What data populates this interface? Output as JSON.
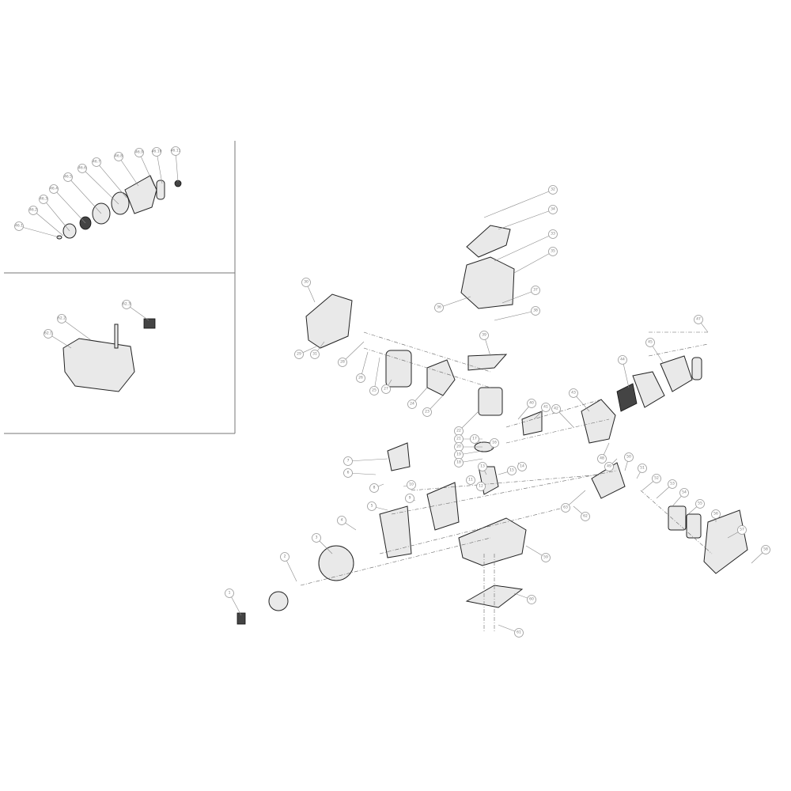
{
  "diagram": {
    "type": "exploded-parts-diagram",
    "insets": [
      {
        "name": "recoil-starter-detail",
        "labels": [
          "46.1",
          "46.2",
          "46.3",
          "46.4",
          "46.5",
          "46.6",
          "46.7",
          "46.8",
          "46.9",
          "46.10",
          "46.11"
        ]
      },
      {
        "name": "fuel-tank-detail",
        "labels": [
          "62.1",
          "62.2",
          "62.3"
        ]
      }
    ],
    "main_labels": [
      "32",
      "34",
      "33",
      "35",
      "37",
      "36",
      "38",
      "30",
      "31",
      "29",
      "28",
      "26",
      "25",
      "27",
      "24",
      "23",
      "39",
      "22",
      "21",
      "20",
      "19",
      "18",
      "17",
      "16",
      "15",
      "14",
      "13",
      "12",
      "11",
      "10",
      "9",
      "8",
      "7",
      "6",
      "5",
      "4",
      "3",
      "2",
      "1",
      "40",
      "41",
      "42",
      "43",
      "44",
      "45",
      "47",
      "48",
      "49",
      "50",
      "51",
      "52",
      "53",
      "54",
      "55",
      "56",
      "57",
      "58",
      "59",
      "60",
      "61",
      "62",
      "63"
    ],
    "colors": {
      "line": "#222222",
      "callout": "#9a9a9a",
      "fill": "#e9e9e9"
    }
  }
}
